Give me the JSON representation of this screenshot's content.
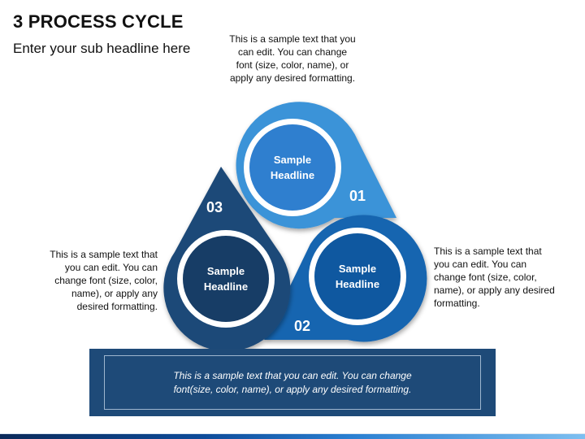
{
  "header": {
    "title": "3 PROCESS CYCLE",
    "subtitle": "Enter your sub headline here"
  },
  "steps": [
    {
      "number": "01",
      "headline": "Sample\nHeadline",
      "color_outer": "#3b93d8",
      "color_ring": "#2f7fcf"
    },
    {
      "number": "02",
      "headline": "Sample\nHeadline",
      "color_outer": "#1565b0",
      "color_ring": "#0f58a0"
    },
    {
      "number": "03",
      "headline": "Sample\nHeadline",
      "color_outer": "#1e4a78",
      "color_ring": "#173d66"
    }
  ],
  "notes": {
    "top": "This is a sample text that you can edit. You can change font (size, color, name), or apply any desired formatting.",
    "left": "This is a sample text that you can edit. You can change font (size, color, name), or apply any desired formatting.",
    "right": "This is a sample text that you can edit. You can change font (size, color, name), or apply any desired formatting."
  },
  "banner": {
    "text": "This is a sample text that you can edit. You can change font(size, color, name), or apply any desired formatting."
  }
}
